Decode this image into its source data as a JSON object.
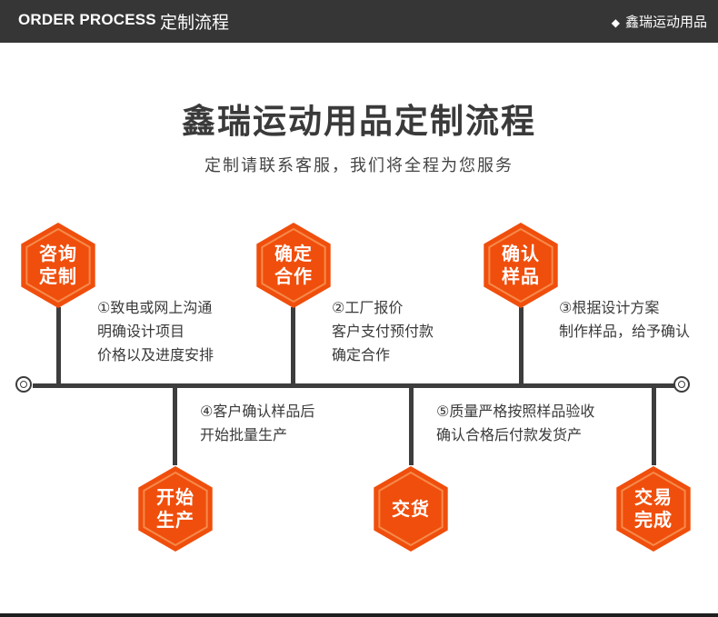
{
  "header": {
    "en_title": "ORDER PROCESS",
    "cn_title": "定制流程",
    "brand_marker": "◆",
    "brand": "鑫瑞运动用品"
  },
  "title": "鑫瑞运动用品定制流程",
  "subtitle": "定制请联系客服，我们将全程为您服务",
  "colors": {
    "accent": "#f04e0c",
    "hex_ring": "#f58a4b",
    "line": "#3d3d3d",
    "header_bg": "#363636"
  },
  "steps": [
    {
      "label": [
        "咨询",
        "定制"
      ],
      "desc": [
        "①致电或网上沟通",
        "明确设计项目",
        "价格以及进度安排"
      ]
    },
    {
      "label": [
        "确定",
        "合作"
      ],
      "desc": [
        "②工厂报价",
        "客户支付预付款",
        "确定合作"
      ]
    },
    {
      "label": [
        "确认",
        "样品"
      ],
      "desc": [
        "③根据设计方案",
        "制作样品，给予确认"
      ]
    },
    {
      "label": [
        "开始",
        "生产"
      ],
      "desc": [
        "④客户确认样品后",
        "开始批量生产"
      ]
    },
    {
      "label": [
        "交货"
      ],
      "desc": [
        "⑤质量严格按照样品验收",
        "确认合格后付款发货产"
      ]
    },
    {
      "label": [
        "交易",
        "完成"
      ],
      "desc": []
    }
  ]
}
